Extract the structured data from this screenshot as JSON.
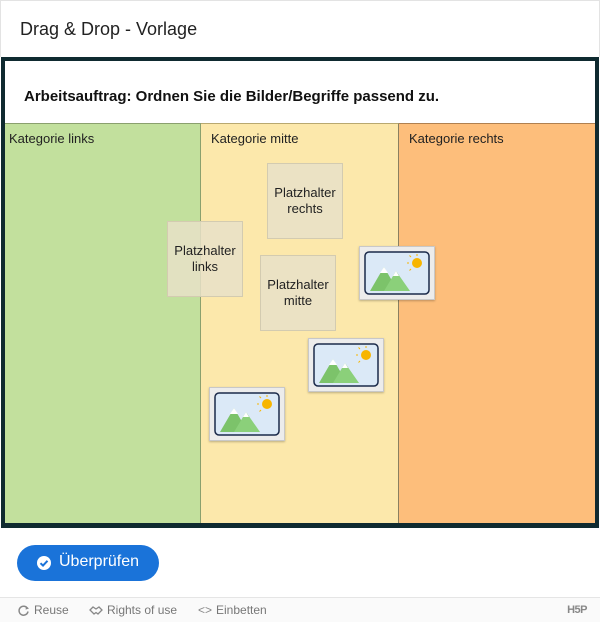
{
  "header": {
    "title": "Drag & Drop - Vorlage"
  },
  "task": {
    "text": "Arbeitsauftrag: Ordnen Sie die Bilder/Begriffe passend zu."
  },
  "zones": [
    {
      "label": "Kategorie links"
    },
    {
      "label": "Kategorie mitte"
    },
    {
      "label": "Kategorie rechts"
    }
  ],
  "draggables": [
    {
      "label": "Platzhalter rechts"
    },
    {
      "label": "Platzhalter links"
    },
    {
      "label": "Platzhalter mitte"
    }
  ],
  "image_draggables": [
    {
      "icon": "landscape-image-icon"
    },
    {
      "icon": "landscape-image-icon"
    },
    {
      "icon": "landscape-image-icon"
    }
  ],
  "actions": {
    "check_label": "Überprüfen"
  },
  "footer": {
    "reuse": "Reuse",
    "rights": "Rights of use",
    "embed": "Einbetten",
    "brand": "H5P"
  },
  "colors": {
    "zone_left": "#c2e09d",
    "zone_mid": "#fce8ab",
    "zone_right": "#fdbe7b",
    "button": "#1a73d9",
    "board_border": "#0f2a30"
  }
}
